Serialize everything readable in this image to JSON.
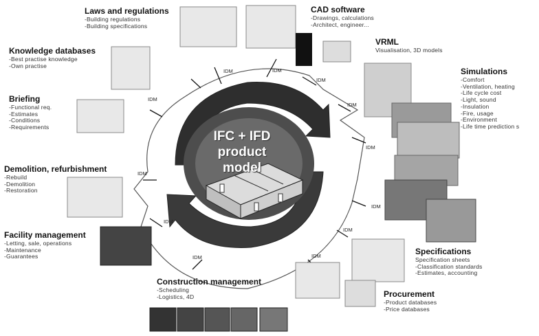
{
  "center": {
    "line1": "IFC + IFD",
    "line2": "product",
    "line3": "model"
  },
  "idm_label": "IDM",
  "topics": {
    "laws": {
      "title": "Laws and regulations",
      "items": [
        "-Building regulations",
        "-Building specifications"
      ]
    },
    "cad": {
      "title": "CAD software",
      "items": [
        "-Drawings, calculations",
        "-Architect, engineer..."
      ]
    },
    "vrml": {
      "title": "VRML",
      "items": [
        "Visualisation, 3D models"
      ]
    },
    "knowledge": {
      "title": "Knowledge databases",
      "items": [
        "-Best practise knowledge",
        "-Own practise"
      ]
    },
    "simulations": {
      "title": "Simulations",
      "items": [
        "-Comfort",
        "-Ventilation, heating",
        "-Life cycle cost",
        "-Light, sound",
        "-Insulation",
        "-Fire, usage",
        "-Environment",
        "-Life time prediction s"
      ]
    },
    "briefing": {
      "title": "Briefing",
      "items": [
        "-Functional req.",
        "-Estimates",
        "-Conditions",
        "-Requirements"
      ]
    },
    "demolition": {
      "title": "Demolition, refurbishment",
      "items": [
        "-Rebuild",
        "-Demolition",
        "-Restoration"
      ]
    },
    "facility": {
      "title": "Facility management",
      "items": [
        "-Letting, sale, operations",
        "-Maintenance",
        "-Guarantees"
      ]
    },
    "specifications": {
      "title": "Specifications",
      "items": [
        "Specification sheets",
        "-Classification standards",
        "-Estimates, accounting"
      ]
    },
    "construction": {
      "title": "Construction management",
      "items": [
        "-Scheduling",
        "-Logistics, 4D"
      ]
    },
    "procurement": {
      "title": "Procurement",
      "items": [
        "-Product databases",
        "-Price databases"
      ]
    }
  },
  "colors": {
    "ring": "#666666",
    "center_dark": "#2b2b2b",
    "center_mid": "#5a5a5a",
    "ink": "#111111"
  }
}
